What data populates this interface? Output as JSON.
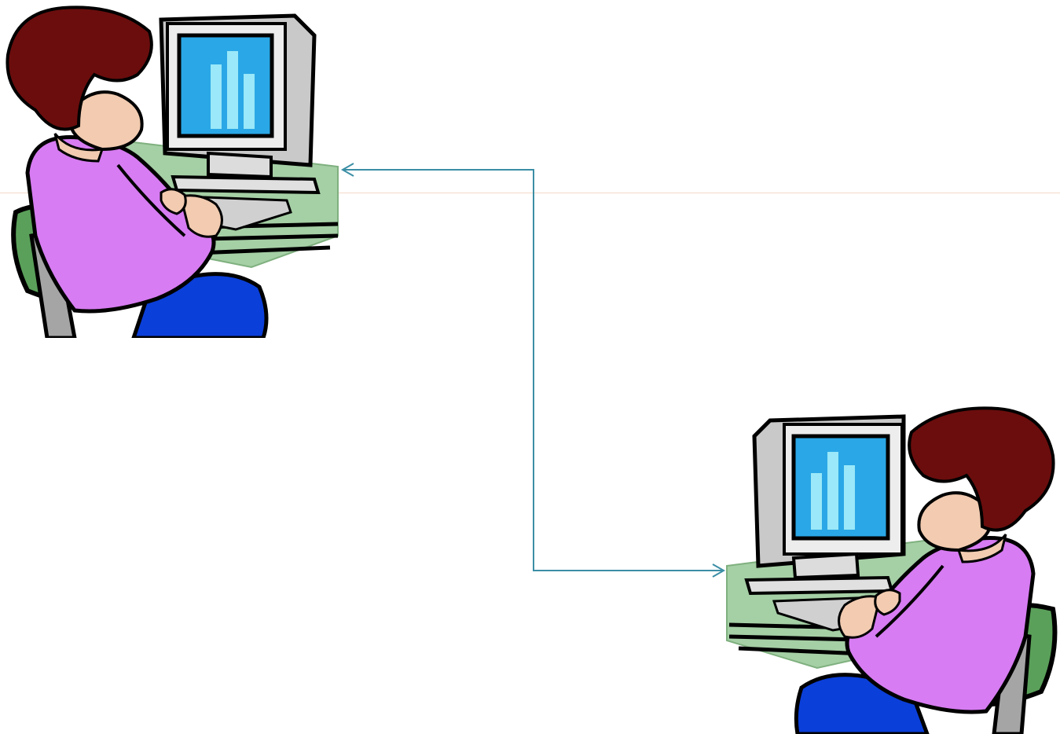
{
  "slide": {
    "background": "#ffffff",
    "guide_color": "#f3d9c6"
  },
  "participants": [
    {
      "id": "user-left",
      "icon": "person-at-computer-icon",
      "facing": "right"
    },
    {
      "id": "user-right",
      "icon": "person-at-computer-icon",
      "facing": "left"
    }
  ],
  "connector": {
    "type": "bidirectional-elbow-arrow",
    "color": "#3b8ea5",
    "from": "user-left",
    "to": "user-right"
  },
  "palette": {
    "hair": "#6b0d0d",
    "skin": "#f2cbb0",
    "shirt": "#d77cf2",
    "pants": "#0b3fd9",
    "chair": "#5aa05a",
    "desk": "#a5cfa5",
    "monitor_frame": "#d8d8d8",
    "screen": "#2aa7e6",
    "bars": "#9ae8f9"
  }
}
